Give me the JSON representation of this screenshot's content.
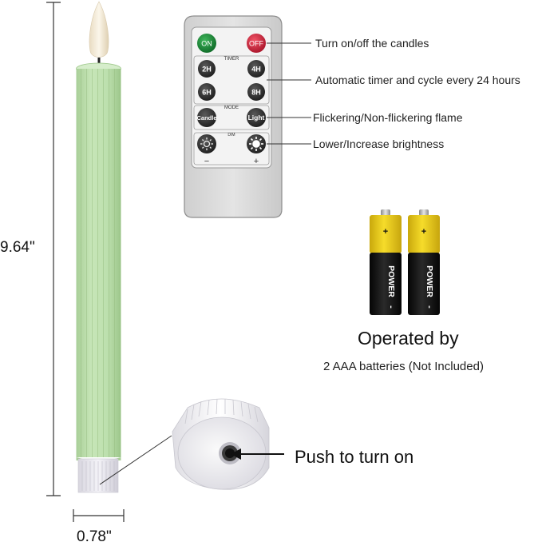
{
  "dimensions": {
    "height": "9.64\"",
    "width": "0.78\""
  },
  "remote": {
    "on_label": "ON",
    "off_label": "OFF",
    "timer_label": "TIMER",
    "timer_buttons": [
      "2H",
      "4H",
      "6H",
      "8H"
    ],
    "mode_label": "MODE",
    "mode_buttons": [
      "Candle",
      "Light"
    ],
    "dim_label": "DIM",
    "minus": "−",
    "plus": "+"
  },
  "callouts": [
    "Turn on/off the candles",
    "Automatic timer and cycle every 24 hours",
    "Flickering/Non-flickering flame",
    "Lower/Increase brightness"
  ],
  "batteries": {
    "brand": "POWER",
    "plus": "+",
    "minus": "-",
    "title": "Operated by",
    "subtitle": "2 AAA batteries (Not Included)"
  },
  "switch": {
    "label": "Push to turn on"
  },
  "colors": {
    "candle_green": "#bfe0b0",
    "on_green": "#1f8a3a",
    "off_red": "#d2283c",
    "battery_yellow": "#f2d21a"
  }
}
